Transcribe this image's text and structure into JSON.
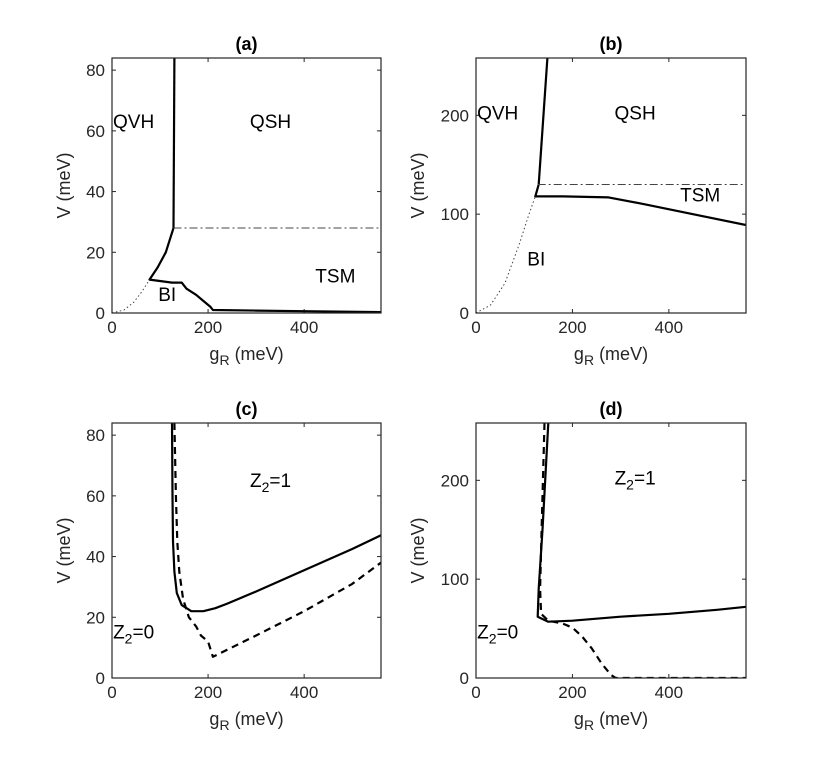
{
  "chart_data": [
    {
      "panel": "(a)",
      "type": "line",
      "title": "(a)",
      "xlabel_main": "g",
      "xlabel_sub": "R",
      "xlabel_unit": " (meV)",
      "ylabel": "V (meV)",
      "xlim": [
        0,
        560
      ],
      "ylim": [
        0,
        84
      ],
      "xticks": [
        0,
        200,
        400
      ],
      "yticks": [
        0,
        20,
        40,
        60,
        80
      ],
      "series": [
        {
          "style": "solid",
          "points": [
            [
              130,
              84
            ],
            [
              128,
              28
            ]
          ]
        },
        {
          "style": "solid",
          "points": [
            [
              128,
              28
            ],
            [
              112,
              20
            ],
            [
              95,
              15
            ],
            [
              78,
              11
            ],
            [
              125,
              10
            ],
            [
              145,
              10
            ],
            [
              155,
              8
            ],
            [
              175,
              6
            ],
            [
              190,
              4
            ],
            [
              205,
              2
            ],
            [
              210,
              1
            ],
            [
              300,
              0.8
            ],
            [
              400,
              0.6
            ],
            [
              560,
              0.3
            ]
          ]
        },
        {
          "style": "dashdot",
          "points": [
            [
              128,
              28
            ],
            [
              560,
              28
            ]
          ]
        },
        {
          "style": "dotted",
          "points": [
            [
              0,
              0
            ],
            [
              25,
              1
            ],
            [
              45,
              3.5
            ],
            [
              62,
              7
            ],
            [
              78,
              11
            ]
          ]
        }
      ],
      "annotations": [
        {
          "text": "QVH",
          "x": 45,
          "y": 61
        },
        {
          "text": "QSH",
          "x": 330,
          "y": 61
        },
        {
          "text": "BI",
          "x": 115,
          "y": 4
        },
        {
          "text": "TSM",
          "x": 465,
          "y": 10
        }
      ]
    },
    {
      "panel": "(b)",
      "type": "line",
      "title": "(b)",
      "xlabel_main": "g",
      "xlabel_sub": "R",
      "xlabel_unit": " (meV)",
      "ylabel": "V (meV)",
      "xlim": [
        0,
        560
      ],
      "ylim": [
        0,
        258
      ],
      "xticks": [
        0,
        200,
        400
      ],
      "yticks": [
        0,
        100,
        200
      ],
      "series": [
        {
          "style": "solid",
          "points": [
            [
              148,
              258
            ],
            [
              130,
              130
            ]
          ]
        },
        {
          "style": "solid",
          "points": [
            [
              130,
              130
            ],
            [
              123,
              118
            ],
            [
              180,
              118
            ],
            [
              275,
              117
            ],
            [
              350,
              110
            ],
            [
              450,
              100
            ],
            [
              560,
              89
            ]
          ]
        },
        {
          "style": "dashdot",
          "points": [
            [
              128,
              130
            ],
            [
              560,
              130
            ]
          ]
        },
        {
          "style": "dotted",
          "points": [
            [
              0,
              0
            ],
            [
              30,
              8
            ],
            [
              60,
              30
            ],
            [
              90,
              70
            ],
            [
              110,
              100
            ],
            [
              123,
              118
            ]
          ]
        }
      ],
      "annotations": [
        {
          "text": "QVH",
          "x": 45,
          "y": 196
        },
        {
          "text": "QSH",
          "x": 330,
          "y": 196
        },
        {
          "text": "BI",
          "x": 125,
          "y": 48
        },
        {
          "text": "TSM",
          "x": 465,
          "y": 113
        }
      ]
    },
    {
      "panel": "(c)",
      "type": "line",
      "title": "(c)",
      "xlabel_main": "g",
      "xlabel_sub": "R",
      "xlabel_unit": " (meV)",
      "ylabel": "V (meV)",
      "xlim": [
        0,
        560
      ],
      "ylim": [
        0,
        84
      ],
      "xticks": [
        0,
        200,
        400
      ],
      "yticks": [
        0,
        20,
        40,
        60,
        80
      ],
      "series": [
        {
          "style": "solid",
          "points": [
            [
              125,
              84
            ],
            [
              126,
              60
            ],
            [
              127,
              45
            ],
            [
              130,
              35
            ],
            [
              135,
              28
            ],
            [
              145,
              24
            ],
            [
              165,
              22
            ],
            [
              190,
              22
            ],
            [
              215,
              23
            ],
            [
              240,
              24.5
            ],
            [
              300,
              28.5
            ],
            [
              400,
              35.5
            ],
            [
              500,
              42.5
            ],
            [
              560,
              47
            ]
          ]
        },
        {
          "style": "dashed",
          "points": [
            [
              130,
              84
            ],
            [
              133,
              60
            ],
            [
              136,
              45
            ],
            [
              140,
              35
            ],
            [
              148,
              26
            ],
            [
              160,
              20
            ],
            [
              175,
              17
            ],
            [
              185,
              14
            ],
            [
              200,
              12
            ],
            [
              210,
              7
            ],
            [
              300,
              14
            ],
            [
              400,
              22
            ],
            [
              500,
              31
            ],
            [
              560,
              38
            ]
          ]
        }
      ],
      "annotations": [
        {
          "text_main": "Z",
          "text_sub": "2",
          "text_rest": "=1",
          "x": 330,
          "y": 63
        },
        {
          "text_main": "Z",
          "text_sub": "2",
          "text_rest": "=0",
          "x": 45,
          "y": 13
        }
      ]
    },
    {
      "panel": "(d)",
      "type": "line",
      "title": "(d)",
      "xlabel_main": "g",
      "xlabel_sub": "R",
      "xlabel_unit": " (meV)",
      "ylabel": "V (meV)",
      "xlim": [
        0,
        560
      ],
      "ylim": [
        0,
        258
      ],
      "xticks": [
        0,
        200,
        400
      ],
      "yticks": [
        0,
        100,
        200
      ],
      "series": [
        {
          "style": "solid",
          "points": [
            [
              150,
              258
            ],
            [
              138,
              150
            ],
            [
              130,
              90
            ],
            [
              128,
              62
            ],
            [
              150,
              57
            ],
            [
              200,
              58
            ],
            [
              300,
              62
            ],
            [
              400,
              65
            ],
            [
              500,
              69
            ],
            [
              560,
              72
            ]
          ]
        },
        {
          "style": "dashed",
          "points": [
            [
              142,
              258
            ],
            [
              136,
              150
            ],
            [
              133,
              90
            ],
            [
              135,
              65
            ],
            [
              150,
              58
            ],
            [
              180,
              55
            ],
            [
              200,
              51
            ],
            [
              220,
              42
            ],
            [
              240,
              30
            ],
            [
              260,
              15
            ],
            [
              280,
              3
            ],
            [
              290,
              0
            ],
            [
              560,
              0
            ]
          ]
        }
      ],
      "annotations": [
        {
          "text_main": "Z",
          "text_sub": "2",
          "text_rest": "=1",
          "x": 330,
          "y": 196
        },
        {
          "text_main": "Z",
          "text_sub": "2",
          "text_rest": "=0",
          "x": 45,
          "y": 40
        }
      ]
    }
  ]
}
